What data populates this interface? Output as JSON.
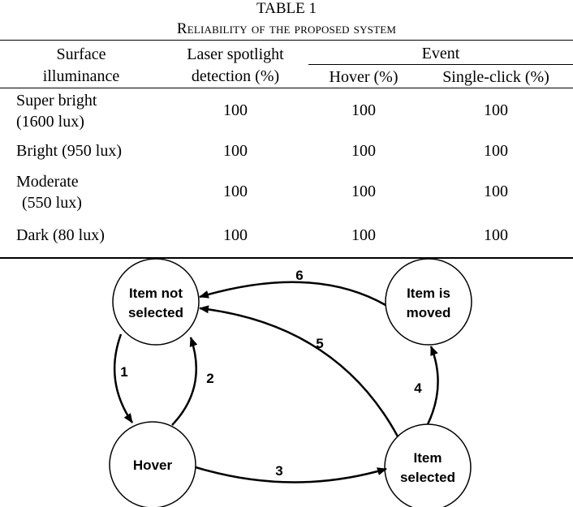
{
  "table": {
    "number": "TABLE 1",
    "caption": "Reliability of the proposed system",
    "headers": {
      "surface_line1": "Surface",
      "surface_line2": "illuminance",
      "laser_line1": "Laser spotlight",
      "laser_line2": "detection (%)",
      "event": "Event",
      "hover": "Hover (%)",
      "single_click": "Single-click (%)"
    },
    "rows": [
      {
        "surface_line1": "Super bright",
        "surface_line2": "(1600 lux)",
        "laser": "100",
        "hover": "100",
        "click": "100"
      },
      {
        "surface_line1": "Bright (950 lux)",
        "surface_line2": "",
        "laser": "100",
        "hover": "100",
        "click": "100"
      },
      {
        "surface_line1": "Moderate",
        "surface_line2": "(550 lux)",
        "laser": "100",
        "hover": "100",
        "click": "100"
      },
      {
        "surface_line1": "Dark (80 lux)",
        "surface_line2": "",
        "laser": "100",
        "hover": "100",
        "click": "100"
      }
    ]
  },
  "diagram": {
    "states": {
      "not_selected_line1": "Item not",
      "not_selected_line2": "selected",
      "moved_line1": "Item is",
      "moved_line2": "moved",
      "hover": "Hover",
      "selected_line1": "Item",
      "selected_line2": "selected"
    },
    "transitions": {
      "t1": "1",
      "t2": "2",
      "t3": "3",
      "t4": "4",
      "t5": "5",
      "t6": "6"
    }
  }
}
